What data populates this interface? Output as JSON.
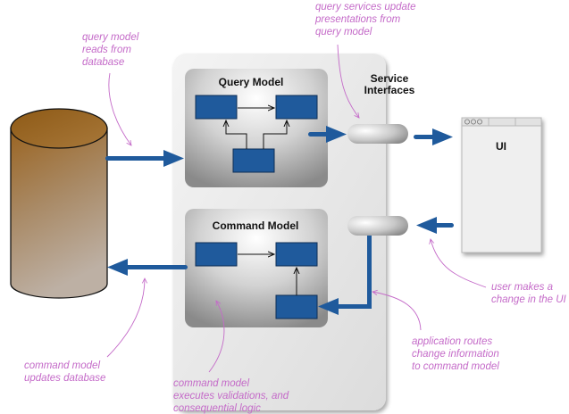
{
  "diagram": {
    "query_model": {
      "title": "Query Model"
    },
    "command_model": {
      "title": "Command Model"
    },
    "service_interfaces": {
      "title_line1": "Service",
      "title_line2": "Interfaces"
    },
    "ui_window": {
      "title": "UI"
    },
    "colors": {
      "box_blue": "#1f5a9c",
      "arrow_blue": "#1f5a9c",
      "annotation": "#c46ac8",
      "database_top": "#9a6a2a",
      "database_bottom": "#b8a898"
    },
    "annotations": {
      "query_reads": [
        "query model",
        "reads from",
        "database"
      ],
      "query_services": [
        "query services update",
        "presentations from",
        "query model"
      ],
      "user_change": [
        "user makes a",
        "change in the UI"
      ],
      "app_routes": [
        "application routes",
        "change information",
        "to command model"
      ],
      "command_updates": [
        "command model",
        "updates database"
      ],
      "command_executes": [
        "command model",
        "executes validations, and",
        "consequential logic"
      ]
    }
  }
}
